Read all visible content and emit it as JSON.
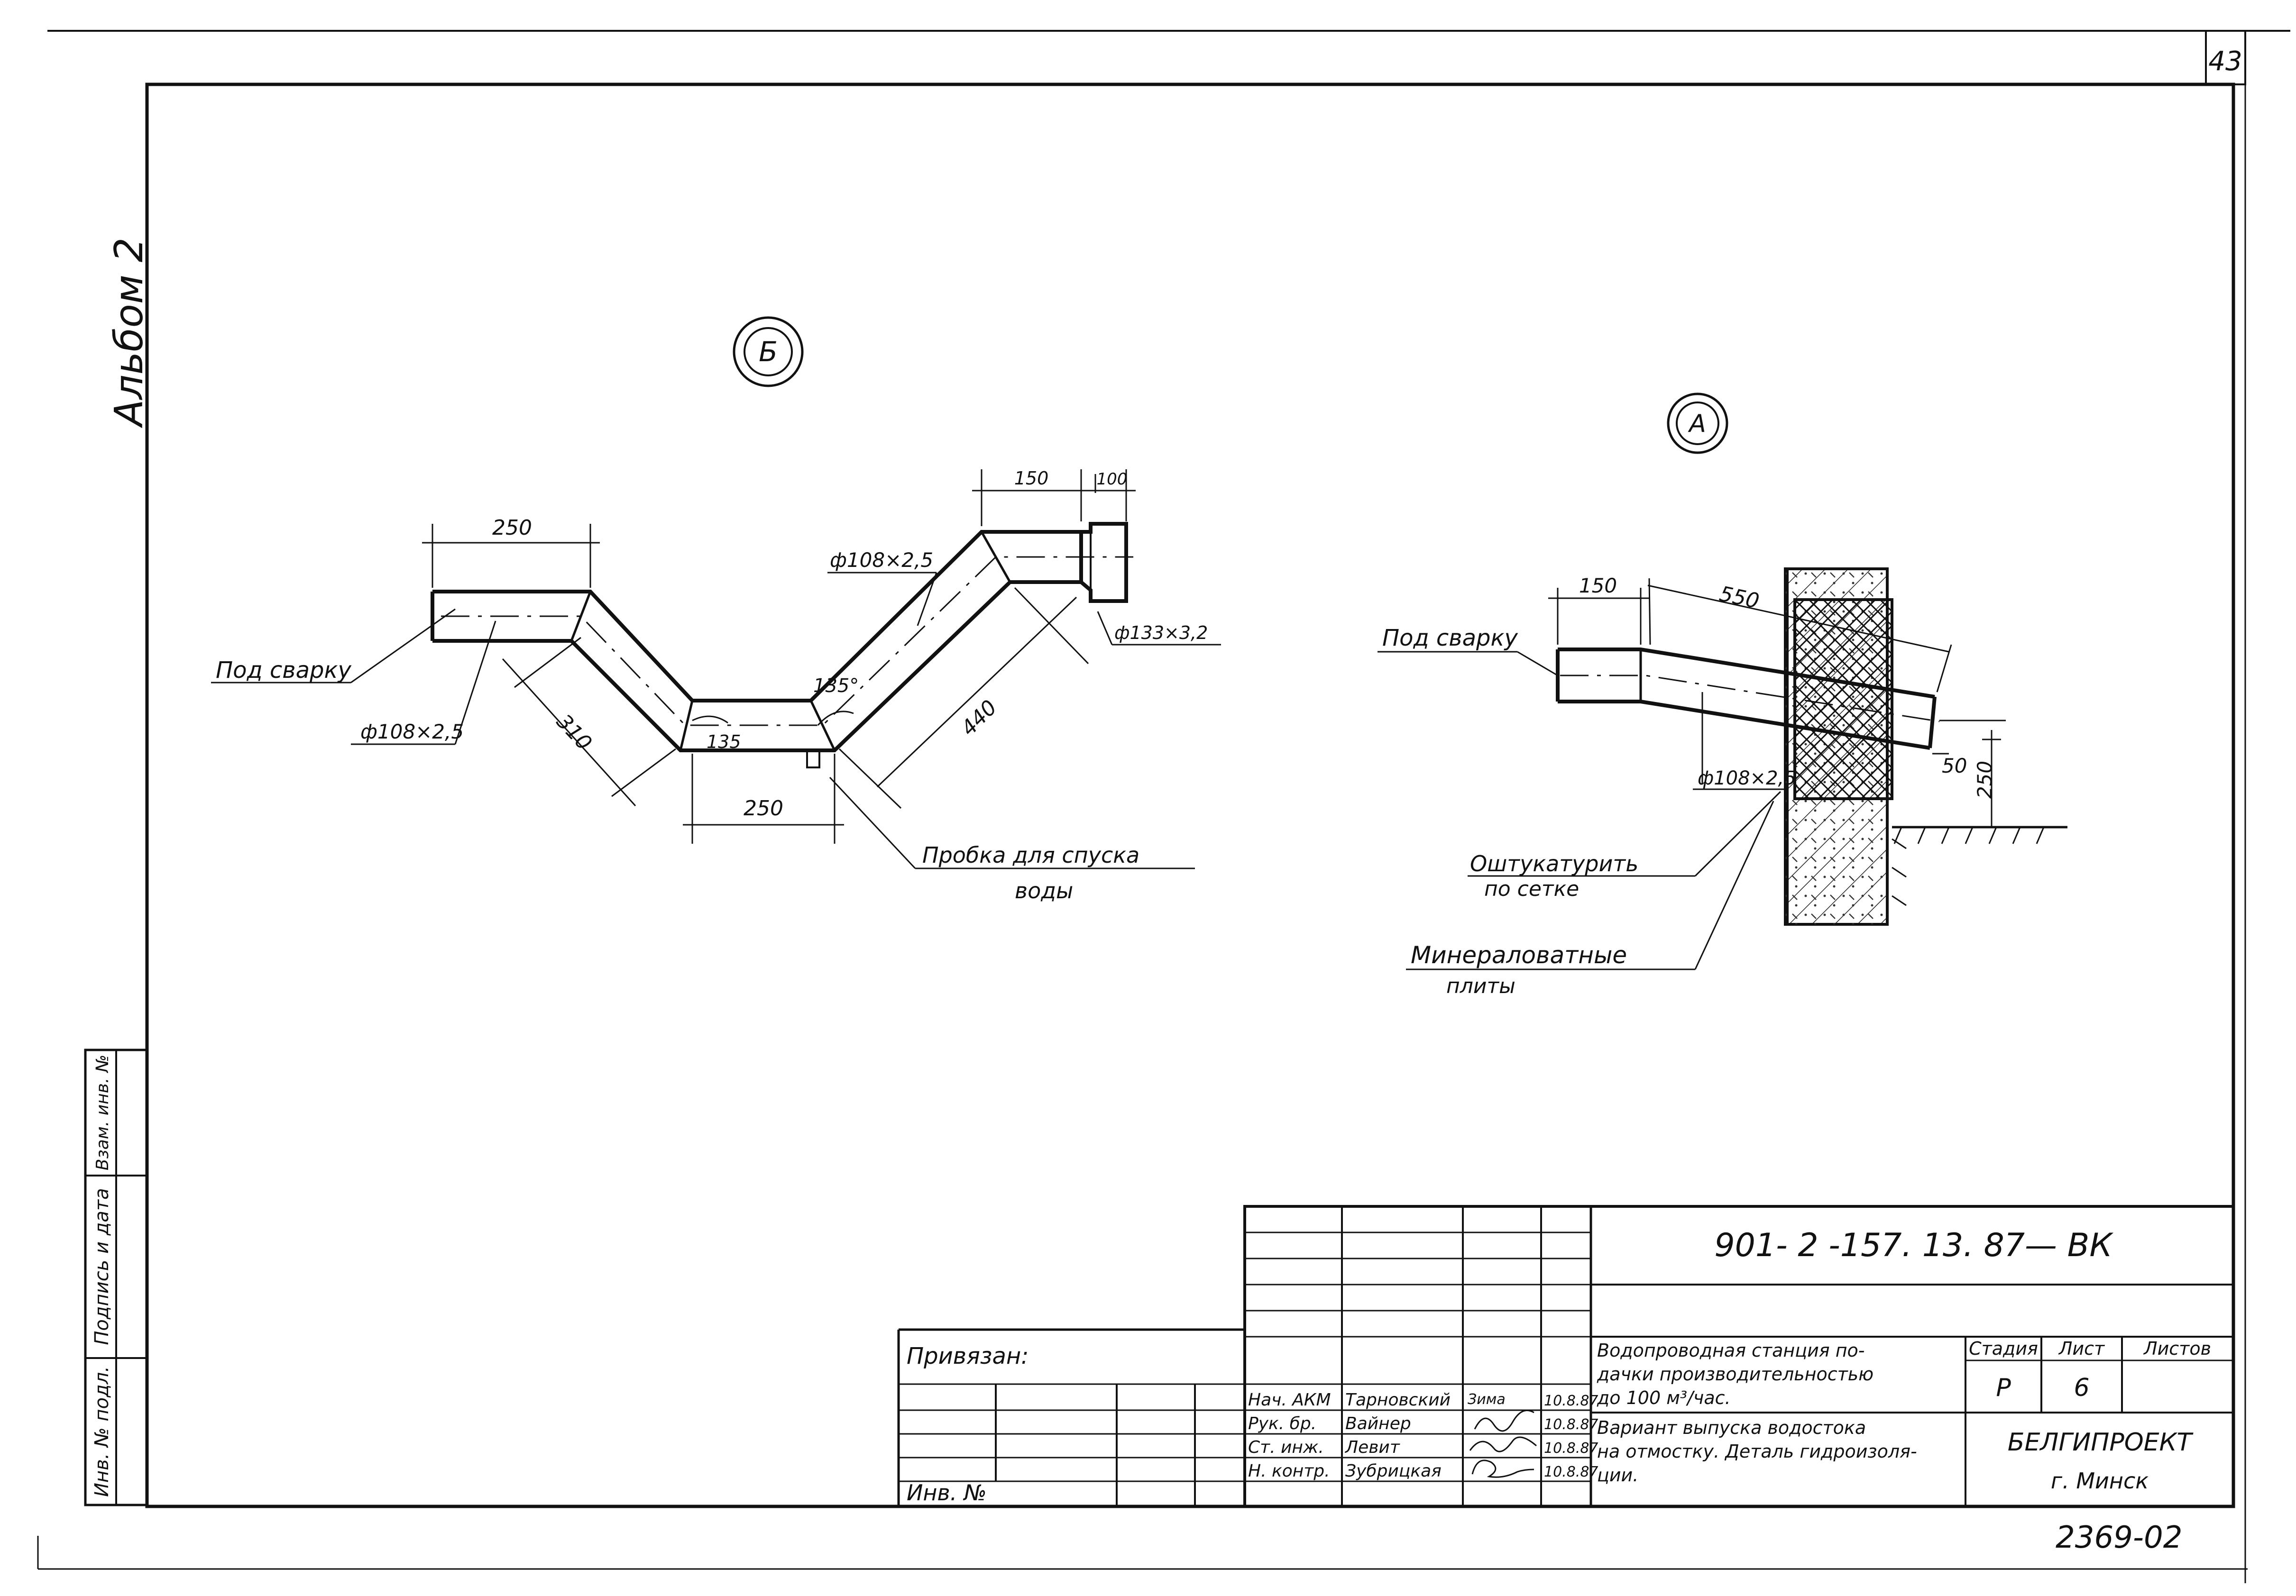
{
  "page_number": "43",
  "album_label": "Альбом 2",
  "view_b": {
    "marker": "Б",
    "dims": {
      "left_len": "250",
      "diag_len": "310",
      "bottom_len": "250",
      "upper_len": "440",
      "top_a": "150",
      "top_b": "100"
    },
    "angles": {
      "upper": "135°",
      "lower": "135"
    },
    "labels": {
      "weld": "Под сварку",
      "pipe_left": "ф108×2,5",
      "pipe_upper": "ф108×2,5",
      "pipe_end": "ф133×3,2",
      "plug_line1": "Пробка для спуска",
      "plug_line2": "воды"
    }
  },
  "view_a": {
    "marker": "А",
    "dims": {
      "d150": "150",
      "d550": "550",
      "d50": "50",
      "d250": "250"
    },
    "labels": {
      "weld": "Под сварку",
      "pipe": "ф108×2,5",
      "plaster_line1": "Оштукатурить",
      "plaster_line2": "по сетке",
      "wool_line1": "Минераловатные",
      "wool_line2": "плиты"
    }
  },
  "side_stamp": {
    "inv_orig": "Инв. № подл.",
    "sign_date": "Подпись и дата",
    "replaced": "Взам. инв. №"
  },
  "title_block": {
    "attached": "Привязан:",
    "inv_no": "Инв. №",
    "doc_code": "901- 2 -157. 13. 87— ВК",
    "object_title": [
      "Водопроводная станция по-",
      "дачки производительностью",
      "до 100 м³/час."
    ],
    "sheet_title": [
      "Вариант выпуска водостока",
      "на отмостку. Деталь гидроизоля-",
      "ции."
    ],
    "col_stage": "Стадия",
    "col_sheet": "Лист",
    "col_sheets": "Листов",
    "stage": "Р",
    "sheet": "6",
    "sheets": "",
    "org": "БЕЛГИПРОЕКТ",
    "city": "г. Минск",
    "signatures": [
      {
        "role": "Нач. АКМ",
        "name": "Тарновский",
        "sign": "Зима",
        "date": "10.8.87"
      },
      {
        "role": "Рук. бр.",
        "name": "Вайнер",
        "sign": "",
        "date": "10.8.87"
      },
      {
        "role": "Ст. инж.",
        "name": "Левит",
        "sign": "",
        "date": "10.8.87"
      },
      {
        "role": "Н. контр.",
        "name": "Зубрицкая",
        "sign": "",
        "date": "10.8.87"
      }
    ]
  },
  "archive_no": "2369-02"
}
